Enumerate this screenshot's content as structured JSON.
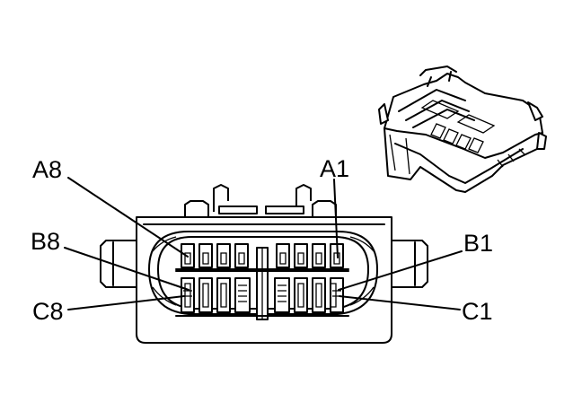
{
  "pin_labels": {
    "a8": "A8",
    "a1": "A1",
    "b8": "B8",
    "b1": "B1",
    "c8": "C8",
    "c1": "C1"
  }
}
